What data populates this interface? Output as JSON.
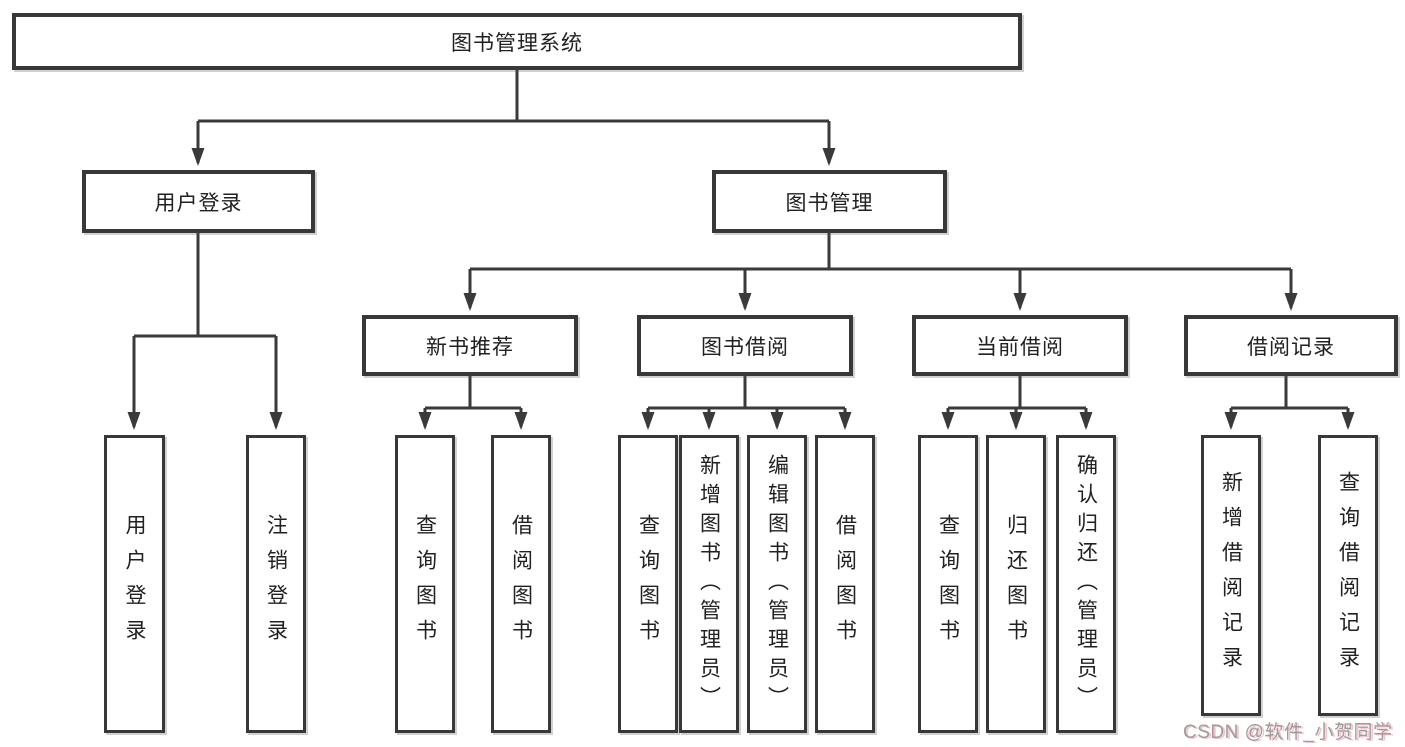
{
  "diagram": {
    "root": {
      "label": "图书管理系统"
    },
    "level2": [
      {
        "label": "用户登录"
      },
      {
        "label": "图书管理"
      }
    ],
    "level3": [
      {
        "label": "新书推荐"
      },
      {
        "label": "图书借阅"
      },
      {
        "label": "当前借阅"
      },
      {
        "label": "借阅记录"
      }
    ],
    "leaves": [
      {
        "label": "用户登录"
      },
      {
        "label": "注销登录"
      },
      {
        "label": "查询图书"
      },
      {
        "label": "借阅图书"
      },
      {
        "label": "查询图书"
      },
      {
        "label": "新增图书（管理员）"
      },
      {
        "label": "编辑图书（管理员）"
      },
      {
        "label": "借阅图书"
      },
      {
        "label": "查询图书"
      },
      {
        "label": "归还图书"
      },
      {
        "label": "确认归还（管理员）"
      },
      {
        "label": "新增借阅记录"
      },
      {
        "label": "查询借阅记录"
      }
    ]
  },
  "watermark": {
    "text": "CSDN @软件_小贺同学"
  },
  "colors": {
    "line": "#3a3a3a",
    "box_border": "#383838",
    "text": "#212121",
    "watermark_gray": "#9c9c9c",
    "watermark_accent": "#eb5c6f",
    "background": "#ffffff"
  }
}
